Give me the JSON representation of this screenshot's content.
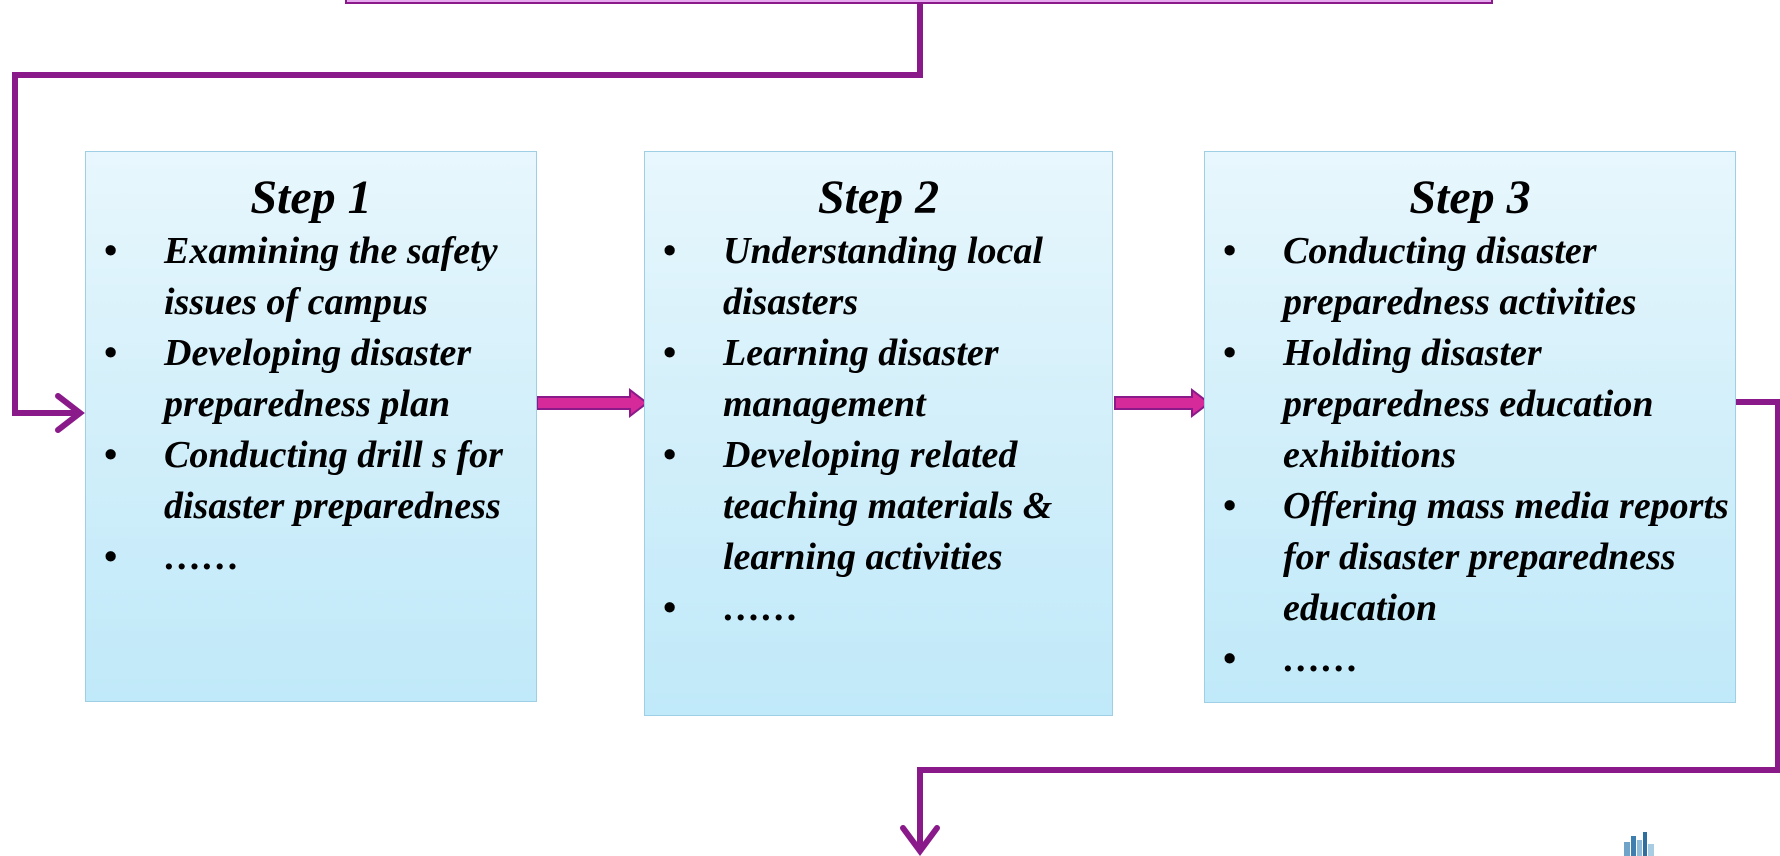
{
  "diagram": {
    "steps": [
      {
        "title": "Step 1",
        "bullets": [
          "Examining the safety issues of campus",
          "Developing disaster preparedness plan",
          "Conducting drill s for disaster preparedness",
          "……"
        ]
      },
      {
        "title": "Step 2",
        "bullets": [
          "Understanding local disasters",
          "Learning disaster management",
          "Developing related teaching materials & learning activities",
          "……"
        ]
      },
      {
        "title": "Step 3",
        "bullets": [
          "Conducting disaster preparedness activities",
          "Holding disaster preparedness education exhibitions",
          "Offering mass media reports for disaster preparedness education",
          "……"
        ]
      }
    ],
    "colors": {
      "connector": "#8a1a8a",
      "small_arrow_fill": "#d62a9a",
      "top_box_fill": "#e6a9ee",
      "step_fill": "#d2effa"
    }
  }
}
